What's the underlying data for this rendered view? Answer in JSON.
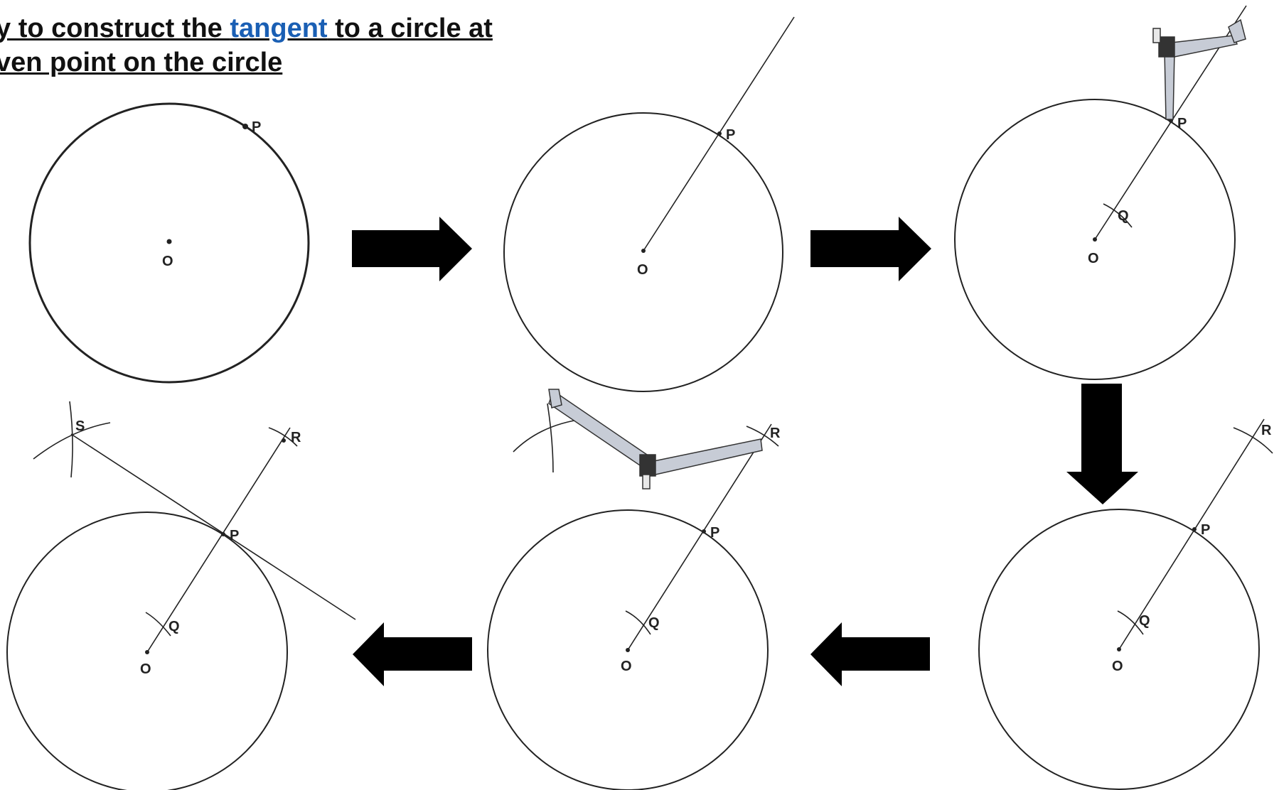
{
  "title": {
    "line1_prefix": "y to construct the ",
    "link_text": "tangent",
    "line1_suffix": " to a circle at",
    "line2": "ven point on the circle"
  },
  "labels": {
    "O": "O",
    "P": "P",
    "Q": "Q",
    "R": "R",
    "S": "S"
  },
  "colors": {
    "link": "#1a5fb4",
    "compass_fill": "#c7ccd6",
    "ink": "#222222"
  }
}
